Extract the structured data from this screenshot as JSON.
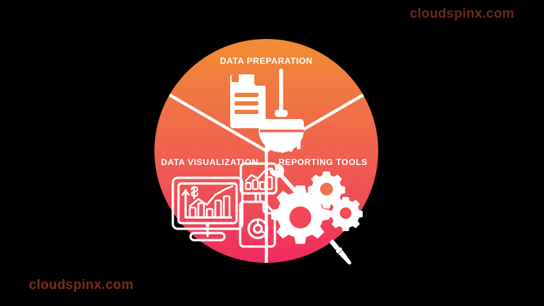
{
  "background_color": "#000000",
  "watermarks": [
    {
      "name": "top-right",
      "text": "cloudspinx.com",
      "color": "#6e2819"
    },
    {
      "name": "bottom-left",
      "text": "cloudspinx.com",
      "color": "#7a2d1c"
    }
  ],
  "diagram": {
    "type": "three-segment-circle",
    "shape": "circle",
    "divider_color": "#ffffff",
    "gradient": {
      "top_color": "#f2883a",
      "middle_color": "#f0624e",
      "bottom_color": "#f02b5e"
    },
    "segments": [
      {
        "id": "data-preparation",
        "label": "DATA PREPARATION",
        "icon": "document-and-broom-icon",
        "position": "top"
      },
      {
        "id": "data-visualization",
        "label": "DATA VISUALIZATION",
        "icon": "monitor-chart-icon",
        "position": "bottom-left"
      },
      {
        "id": "reporting-tools",
        "label": "REPORTING TOOLS",
        "icon": "gears-tools-icon",
        "position": "bottom-right"
      }
    ]
  }
}
